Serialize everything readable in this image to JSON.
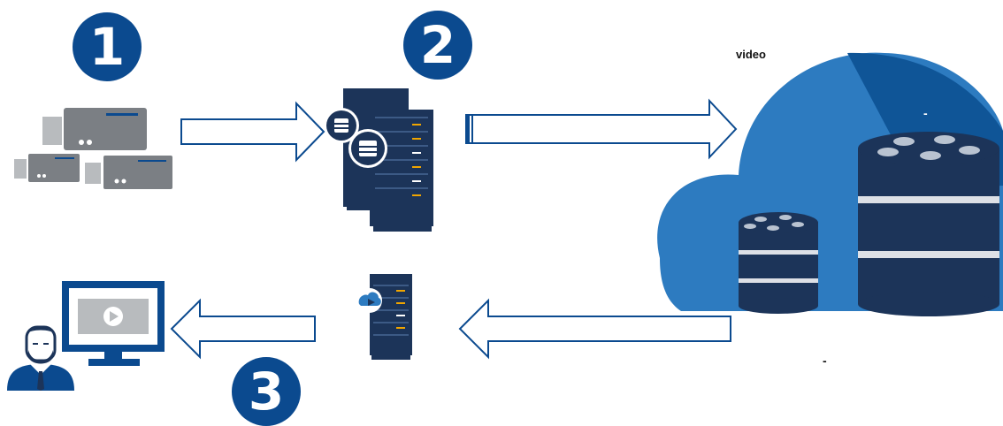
{
  "steps": {
    "one": "1",
    "two": "2",
    "three": "3"
  },
  "cloud": {
    "label": "video",
    "dash_top": "-",
    "dash_bottom": "-"
  },
  "icons": {
    "cameras": "video-camera-icon",
    "recorder": "server-rack-icon",
    "cloud": "cloud-storage-icon",
    "stream_server": "streaming-server-icon",
    "monitor": "video-monitor-icon",
    "user": "user-avatar-icon"
  },
  "colors": {
    "primary": "#0b4a8f",
    "navy": "#1c3459",
    "cloud_light": "#2d7bc0",
    "cloud_dark": "#0f5597",
    "camera_gray": "#7b7f84"
  }
}
